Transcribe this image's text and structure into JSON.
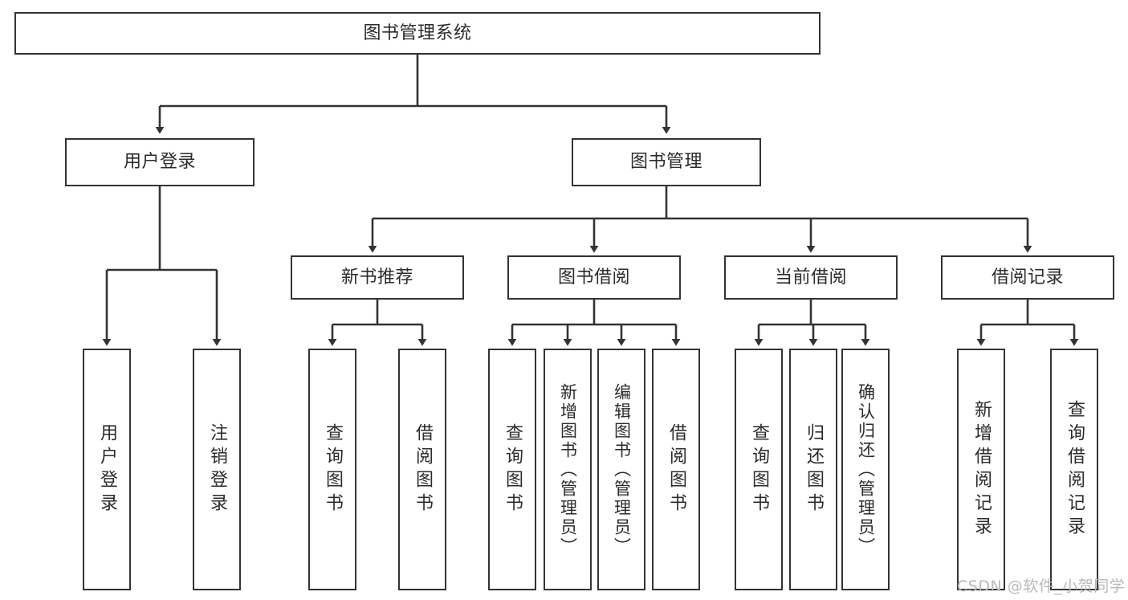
{
  "diagram": {
    "type": "tree-hierarchy",
    "title": "图书管理系统",
    "watermark": "CSDN @软件_小贺同学",
    "colors": {
      "box_border": "#333333",
      "box_fill": "#ffffff",
      "connector": "#333333",
      "text": "#2b2b2b",
      "watermark": "#b9b9b9",
      "background": "#ffffff"
    },
    "nodes": {
      "root": {
        "label": "图书管理系统"
      },
      "level1": [
        {
          "label": "用户登录"
        },
        {
          "label": "图书管理"
        }
      ],
      "level2": [
        {
          "label": "新书推荐"
        },
        {
          "label": "图书借阅"
        },
        {
          "label": "当前借阅"
        },
        {
          "label": "借阅记录"
        }
      ],
      "leaves_user_login": [
        {
          "label": "用户登录"
        },
        {
          "label": "注销登录"
        }
      ],
      "leaves_new_book": [
        {
          "label": "查询图书"
        },
        {
          "label": "借阅图书"
        }
      ],
      "leaves_borrow": [
        {
          "label": "查询图书"
        },
        {
          "label": "新增图书（管理员）"
        },
        {
          "label": "编辑图书（管理员）"
        },
        {
          "label": "借阅图书"
        }
      ],
      "leaves_current": [
        {
          "label": "查询图书"
        },
        {
          "label": "归还图书"
        },
        {
          "label": "确认归还（管理员）"
        }
      ],
      "leaves_record": [
        {
          "label": "新增借阅记录"
        },
        {
          "label": "查询借阅记录"
        }
      ]
    }
  }
}
